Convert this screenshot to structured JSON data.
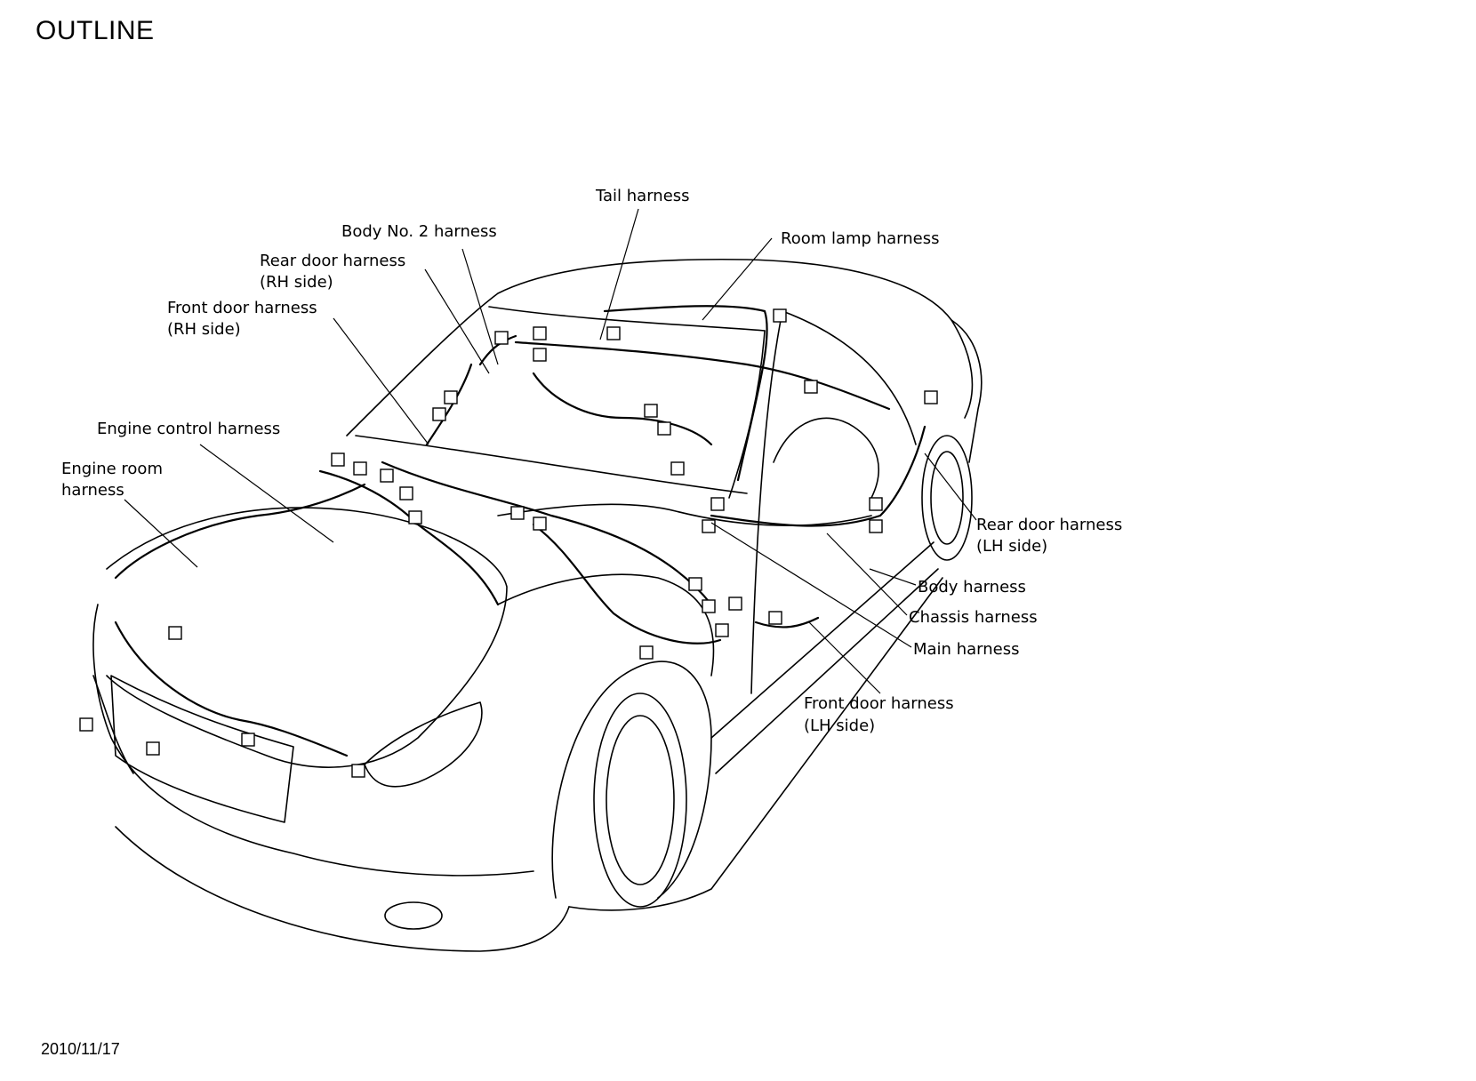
{
  "title": "OUTLINE",
  "date": "2010/11/17",
  "labels": {
    "tail": "Tail harness",
    "body_no2": "Body No. 2 harness",
    "room_lamp": "Room lamp harness",
    "rear_door_rh_1": "Rear door harness",
    "rear_door_rh_2": "(RH side)",
    "front_door_rh_1": "Front door harness",
    "front_door_rh_2": "(RH side)",
    "engine_control": "Engine control harness",
    "engine_room_1": "Engine room",
    "engine_room_2": "harness",
    "rear_door_lh_1": "Rear door harness",
    "rear_door_lh_2": "(LH side)",
    "body": "Body harness",
    "chassis": "Chassis harness",
    "main": "Main harness",
    "front_door_lh_1": "Front door harness",
    "front_door_lh_2": "(LH side)"
  }
}
